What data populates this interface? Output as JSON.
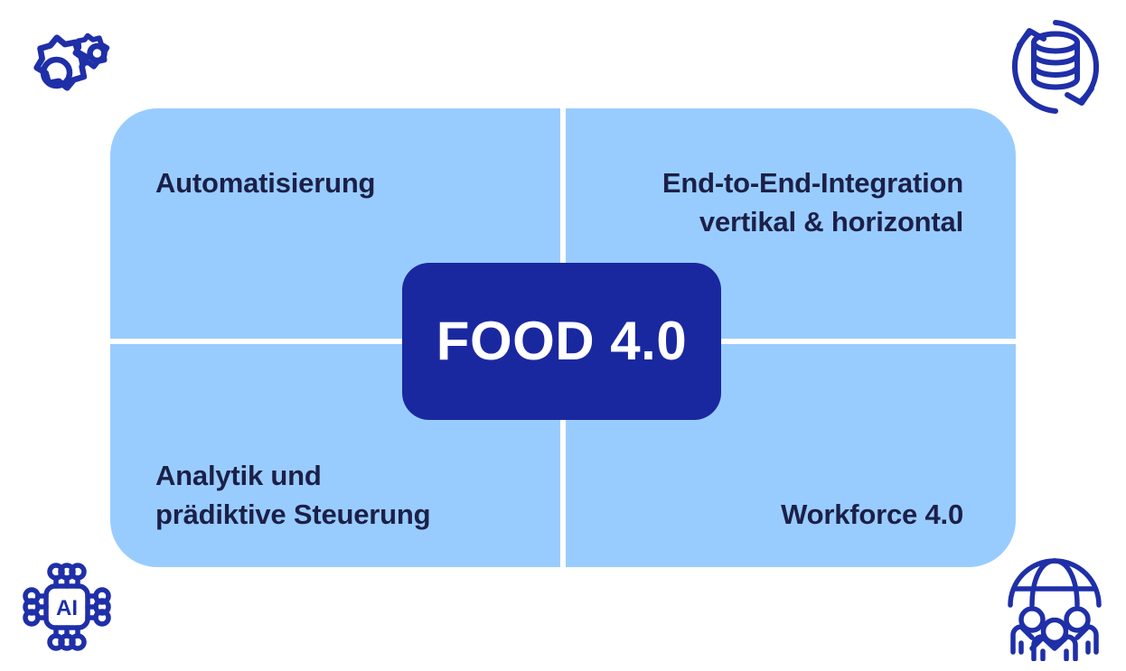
{
  "diagram": {
    "title": "Food 4.0 quadrant diagram",
    "center": {
      "label": "FOOD 4.0"
    },
    "quadrants": [
      {
        "position": "top-left",
        "label": "Automatisierung"
      },
      {
        "position": "top-right",
        "label": "End-to-End-Integration\nvertikal & horizontal"
      },
      {
        "position": "bottom-left",
        "label": "Analytik und\nprädiktive Steuerung"
      },
      {
        "position": "bottom-right",
        "label": "Workforce 4.0"
      }
    ],
    "icons": [
      {
        "name": "gears-icon",
        "position": "top-left",
        "meaning": "Automatisierung"
      },
      {
        "name": "database-sync-icon",
        "position": "top-right",
        "meaning": "End-to-End-Integration"
      },
      {
        "name": "ai-chip-icon",
        "position": "bottom-left",
        "label": "AI",
        "meaning": "Analytik"
      },
      {
        "name": "people-globe-icon",
        "position": "bottom-right",
        "meaning": "Workforce 4.0"
      }
    ],
    "colors": {
      "panel_fill": "#99ccfe",
      "badge_fill": "#1a28a0",
      "badge_text": "#ffffff",
      "label_text": "#1b2048",
      "icon_stroke": "#1f2fa8",
      "divider": "#ffffff",
      "background": "#ffffff"
    }
  }
}
